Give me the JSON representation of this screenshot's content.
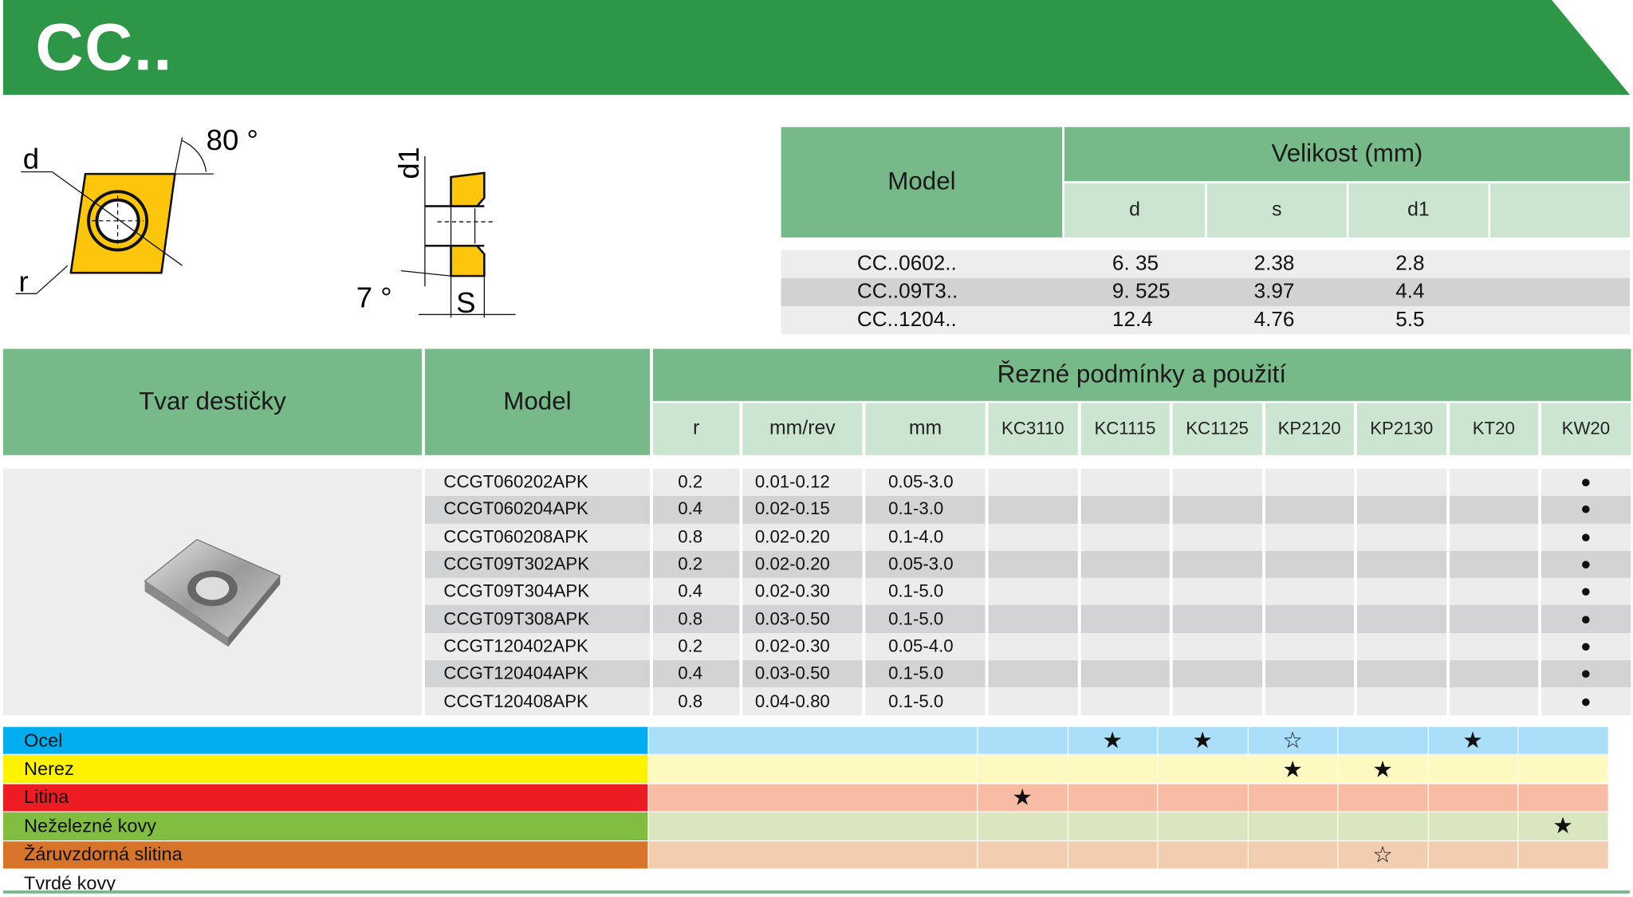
{
  "header": {
    "title": "CC..",
    "color": "#2e9647"
  },
  "diagram": {
    "labels": {
      "d": "d",
      "r": "r",
      "angle": "80 °",
      "d1": "d1",
      "relief": "7 °",
      "s": "S"
    }
  },
  "size_table": {
    "model_header": "Model",
    "group_header": "Velikost (mm)",
    "columns": [
      "d",
      "s",
      "d1",
      ""
    ],
    "rows": [
      {
        "model": "CC..0602..",
        "d": "6. 35",
        "s": "2.38",
        "d1": "2.8"
      },
      {
        "model": "CC..09T3..",
        "d": "9. 525",
        "s": "3.97",
        "d1": "4.4"
      },
      {
        "model": "CC..1204..",
        "d": "12.4",
        "s": "4.76",
        "d1": "5.5"
      }
    ]
  },
  "main_table": {
    "shape_header": "Tvar destičky",
    "model_header": "Model",
    "group_header": "Řezné podmínky a použití",
    "sub_headers": [
      "r",
      "mm/rev",
      "mm",
      "KC3110",
      "KC1115",
      "KC1125",
      "KP2120",
      "KP2130",
      "KT20",
      "KW20"
    ],
    "rows": [
      {
        "model": "CCGT060202APK",
        "r": "0.2",
        "feed": "0.01-0.12",
        "depth": "0.05-3.0",
        "marks": [
          "",
          "",
          "",
          "",
          "",
          "",
          "●"
        ]
      },
      {
        "model": "CCGT060204APK",
        "r": "0.4",
        "feed": "0.02-0.15",
        "depth": "0.1-3.0",
        "marks": [
          "",
          "",
          "",
          "",
          "",
          "",
          "●"
        ]
      },
      {
        "model": "CCGT060208APK",
        "r": "0.8",
        "feed": "0.02-0.20",
        "depth": "0.1-4.0",
        "marks": [
          "",
          "",
          "",
          "",
          "",
          "",
          "●"
        ]
      },
      {
        "model": "CCGT09T302APK",
        "r": "0.2",
        "feed": "0.02-0.20",
        "depth": "0.05-3.0",
        "marks": [
          "",
          "",
          "",
          "",
          "",
          "",
          "●"
        ]
      },
      {
        "model": "CCGT09T304APK",
        "r": "0.4",
        "feed": "0.02-0.30",
        "depth": "0.1-5.0",
        "marks": [
          "",
          "",
          "",
          "",
          "",
          "",
          "●"
        ]
      },
      {
        "model": "CCGT09T308APK",
        "r": "0.8",
        "feed": "0.03-0.50",
        "depth": "0.1-5.0",
        "marks": [
          "",
          "",
          "",
          "",
          "",
          "",
          "●"
        ]
      },
      {
        "model": "CCGT120402APK",
        "r": "0.2",
        "feed": "0.02-0.30",
        "depth": "0.05-4.0",
        "marks": [
          "",
          "",
          "",
          "",
          "",
          "",
          "●"
        ]
      },
      {
        "model": "CCGT120404APK",
        "r": "0.4",
        "feed": "0.03-0.50",
        "depth": "0.1-5.0",
        "marks": [
          "",
          "",
          "",
          "",
          "",
          "",
          "●"
        ]
      },
      {
        "model": "CCGT120408APK",
        "r": "0.8",
        "feed": "0.04-0.80",
        "depth": "0.1-5.0",
        "marks": [
          "",
          "",
          "",
          "",
          "",
          "",
          "●"
        ]
      }
    ]
  },
  "materials": [
    {
      "label": "Ocel",
      "color": "#00adee",
      "light": "#abdff9",
      "marks": [
        "",
        "★",
        "★",
        "☆",
        "",
        "★",
        ""
      ]
    },
    {
      "label": "Nerez",
      "color": "#fff200",
      "light": "#fef9c0",
      "marks": [
        "",
        "",
        "",
        "★",
        "★",
        "",
        ""
      ]
    },
    {
      "label": "Litina",
      "color": "#ed1c24",
      "light": "#f8bba4",
      "marks": [
        "★",
        "",
        "",
        "",
        "",
        "",
        ""
      ]
    },
    {
      "label": "Neželezné kovy",
      "color": "#80bd41",
      "light": "#d9e6c0",
      "marks": [
        "",
        "",
        "",
        "",
        "",
        "",
        "★"
      ]
    },
    {
      "label": "Žáruvzdorná slitina",
      "color": "#d7742a",
      "light": "#f2cdb0",
      "marks": [
        "",
        "",
        "",
        "",
        "☆",
        "",
        ""
      ]
    },
    {
      "label": "Tvrdé kovy",
      "color": "#ffffff",
      "light": "#ffffff",
      "marks": [
        "",
        "",
        "",
        "",
        "",
        "",
        ""
      ]
    }
  ]
}
